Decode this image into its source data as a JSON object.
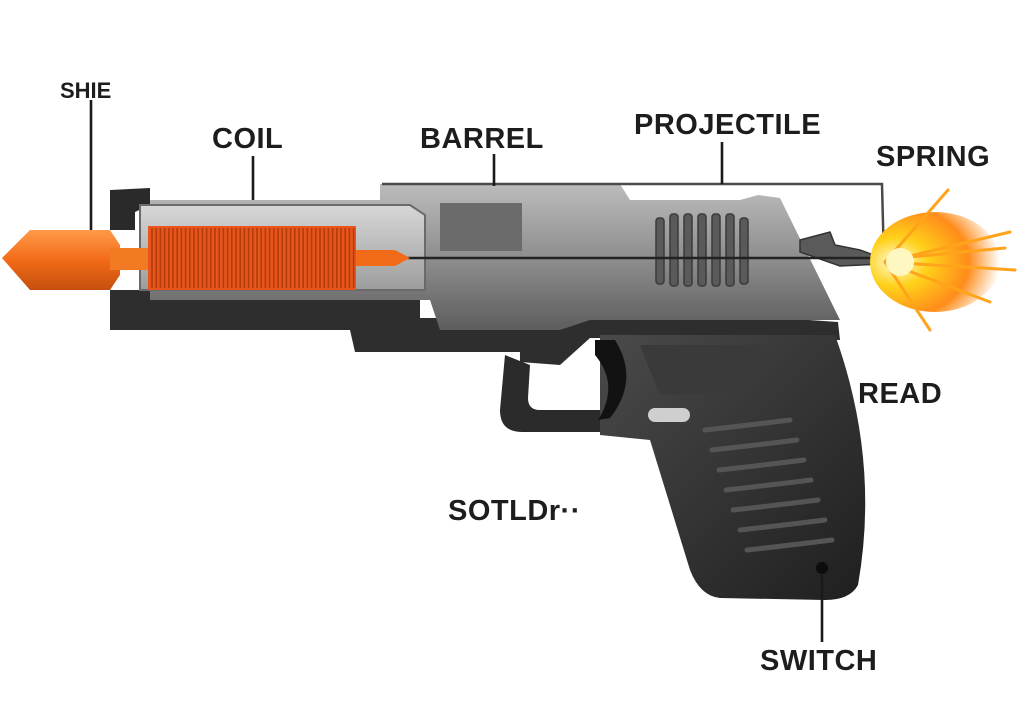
{
  "diagram": {
    "labels": {
      "top_left": "SHIE",
      "coil": "COIL",
      "barrel": "BARREL",
      "projectile": "PROJECTILE",
      "spring": "SPRING",
      "read": "READ",
      "middle": "SOTLDr··",
      "switch": "SWITCH"
    },
    "colors": {
      "projectile_orange": "#f26b18",
      "coil_orange": "#e8551c",
      "frame_dark": "#2b2b2b",
      "slide_grey": "#8e8e8e",
      "flash_yellow": "#ffd21a"
    },
    "icons": [
      "projectile-tip-icon",
      "coil-icon",
      "muzzle-flash-icon"
    ]
  }
}
